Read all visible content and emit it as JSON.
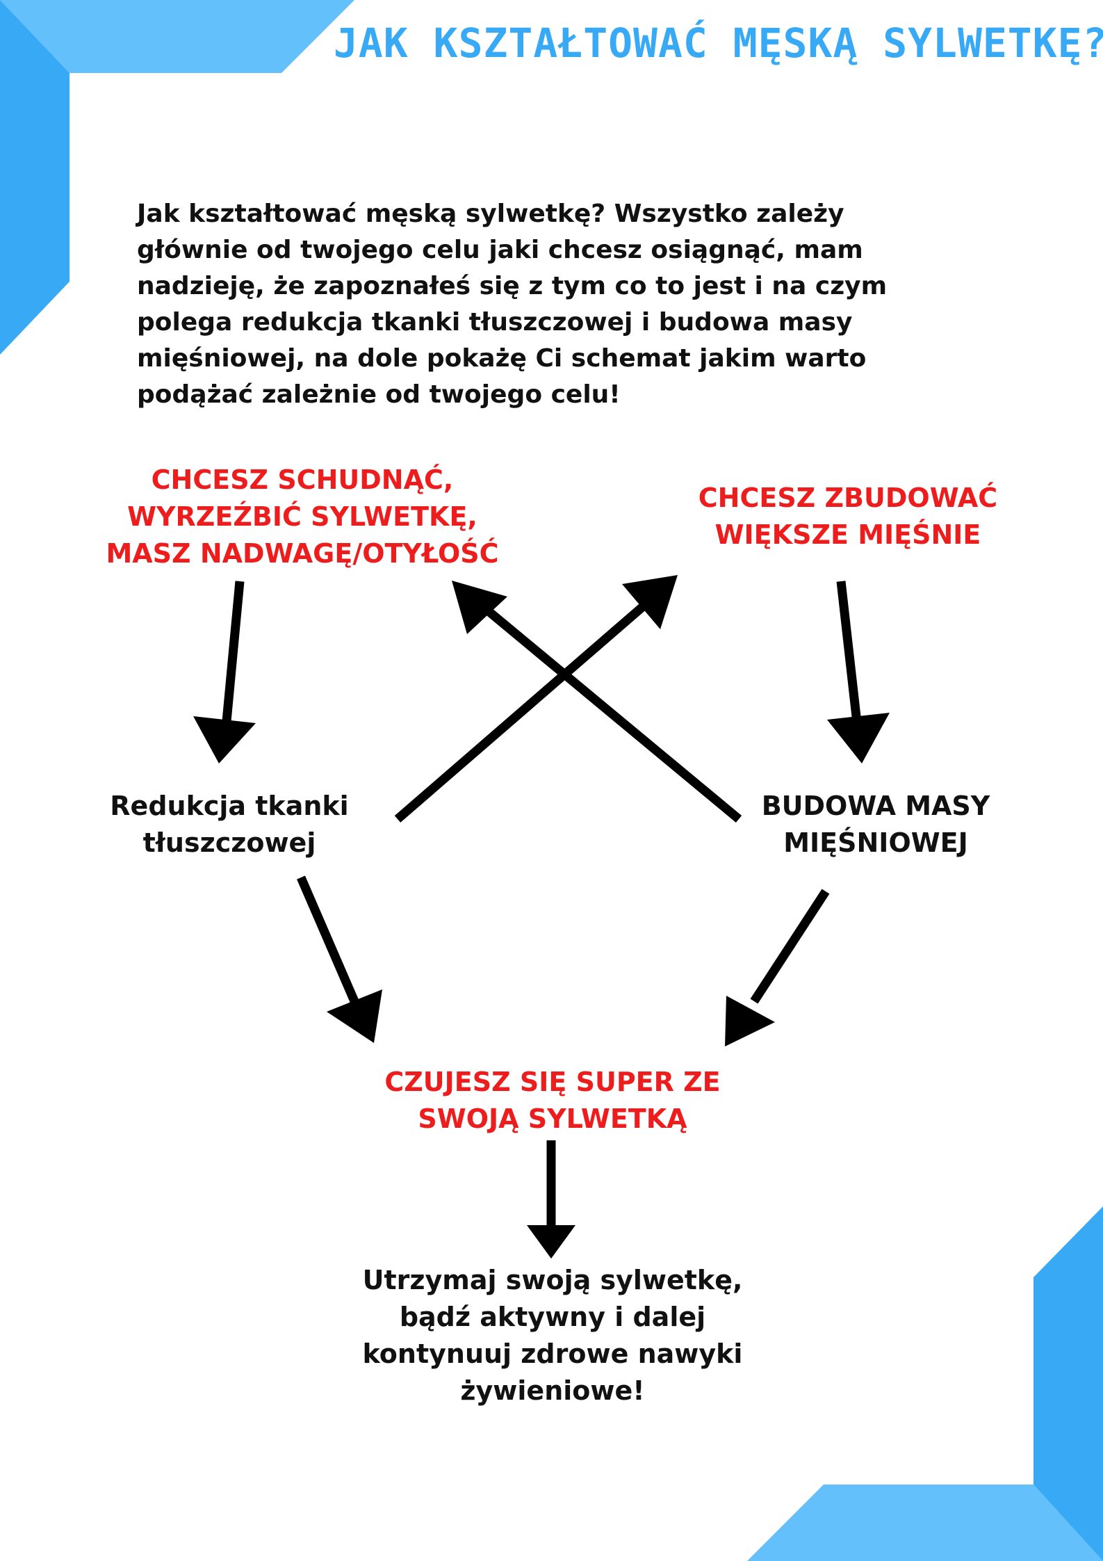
{
  "colors": {
    "accent_blue": "#38a9f5",
    "accent_blue_light": "#63c0fb",
    "highlight_red": "#ee1d1d",
    "text_dark": "#111111",
    "arrow": "#000000"
  },
  "header": {
    "title": "JAK KSZTAŁTOWAĆ MĘSKĄ SYLWETKĘ?"
  },
  "intro": {
    "text": "Jak kształtować męską sylwetkę? Wszystko zależy\ngłównie od twojego celu jaki chcesz osiągnąć, mam\nnadzieję, że zapoznałeś się z tym co to jest i na czym\npolega redukcja tkanki tłuszczowej i budowa masy\nmięśniowej, na dole pokażę Ci schemat jakim warto\npodążać zależnie od twojego celu!"
  },
  "diagram": {
    "goal_lose": "CHCESZ SCHUDNĄĆ,\nWYRZEŹBIĆ SYLWETKĘ,\nMASZ NADWAGĘ/OTYŁOŚĆ",
    "goal_build": "CHCESZ ZBUDOWAĆ\nWIĘKSZE MIĘŚNIE",
    "step_reduction": "Redukcja tkanki\ntłuszczowej",
    "step_mass": "BUDOWA MASY\nMIĘŚNIOWEJ",
    "result": "CZUJESZ SIĘ SUPER ZE\nSWOJĄ SYLWETKĄ",
    "maintain": "Utrzymaj swoją sylwetkę,\nbądź aktywny i dalej\nkontynuuj zdrowe nawyki\nżywieniowe!"
  }
}
